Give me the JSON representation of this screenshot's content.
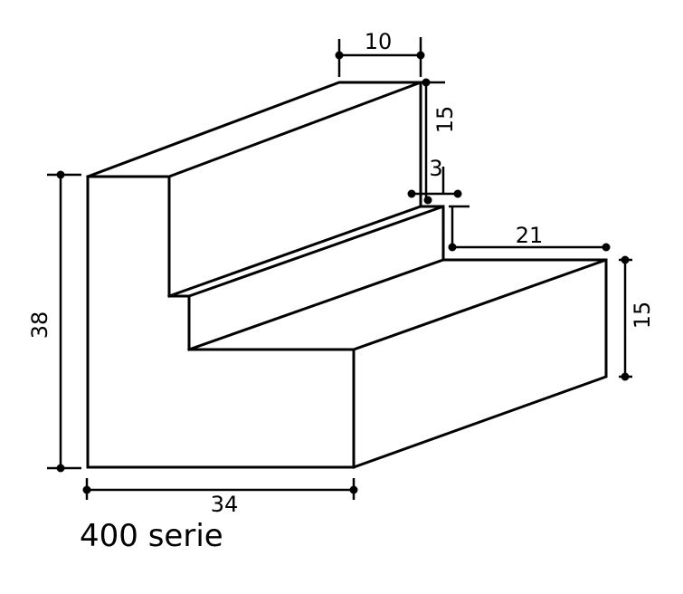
{
  "series_title": "400 serie",
  "dimensions": {
    "top_width": "10",
    "upper_riser": "15",
    "step_offset": "3",
    "lower_tread": "21",
    "lower_riser": "15",
    "total_height": "38",
    "base_width": "34"
  },
  "colors": {
    "line": "#000000",
    "background": "#ffffff"
  }
}
